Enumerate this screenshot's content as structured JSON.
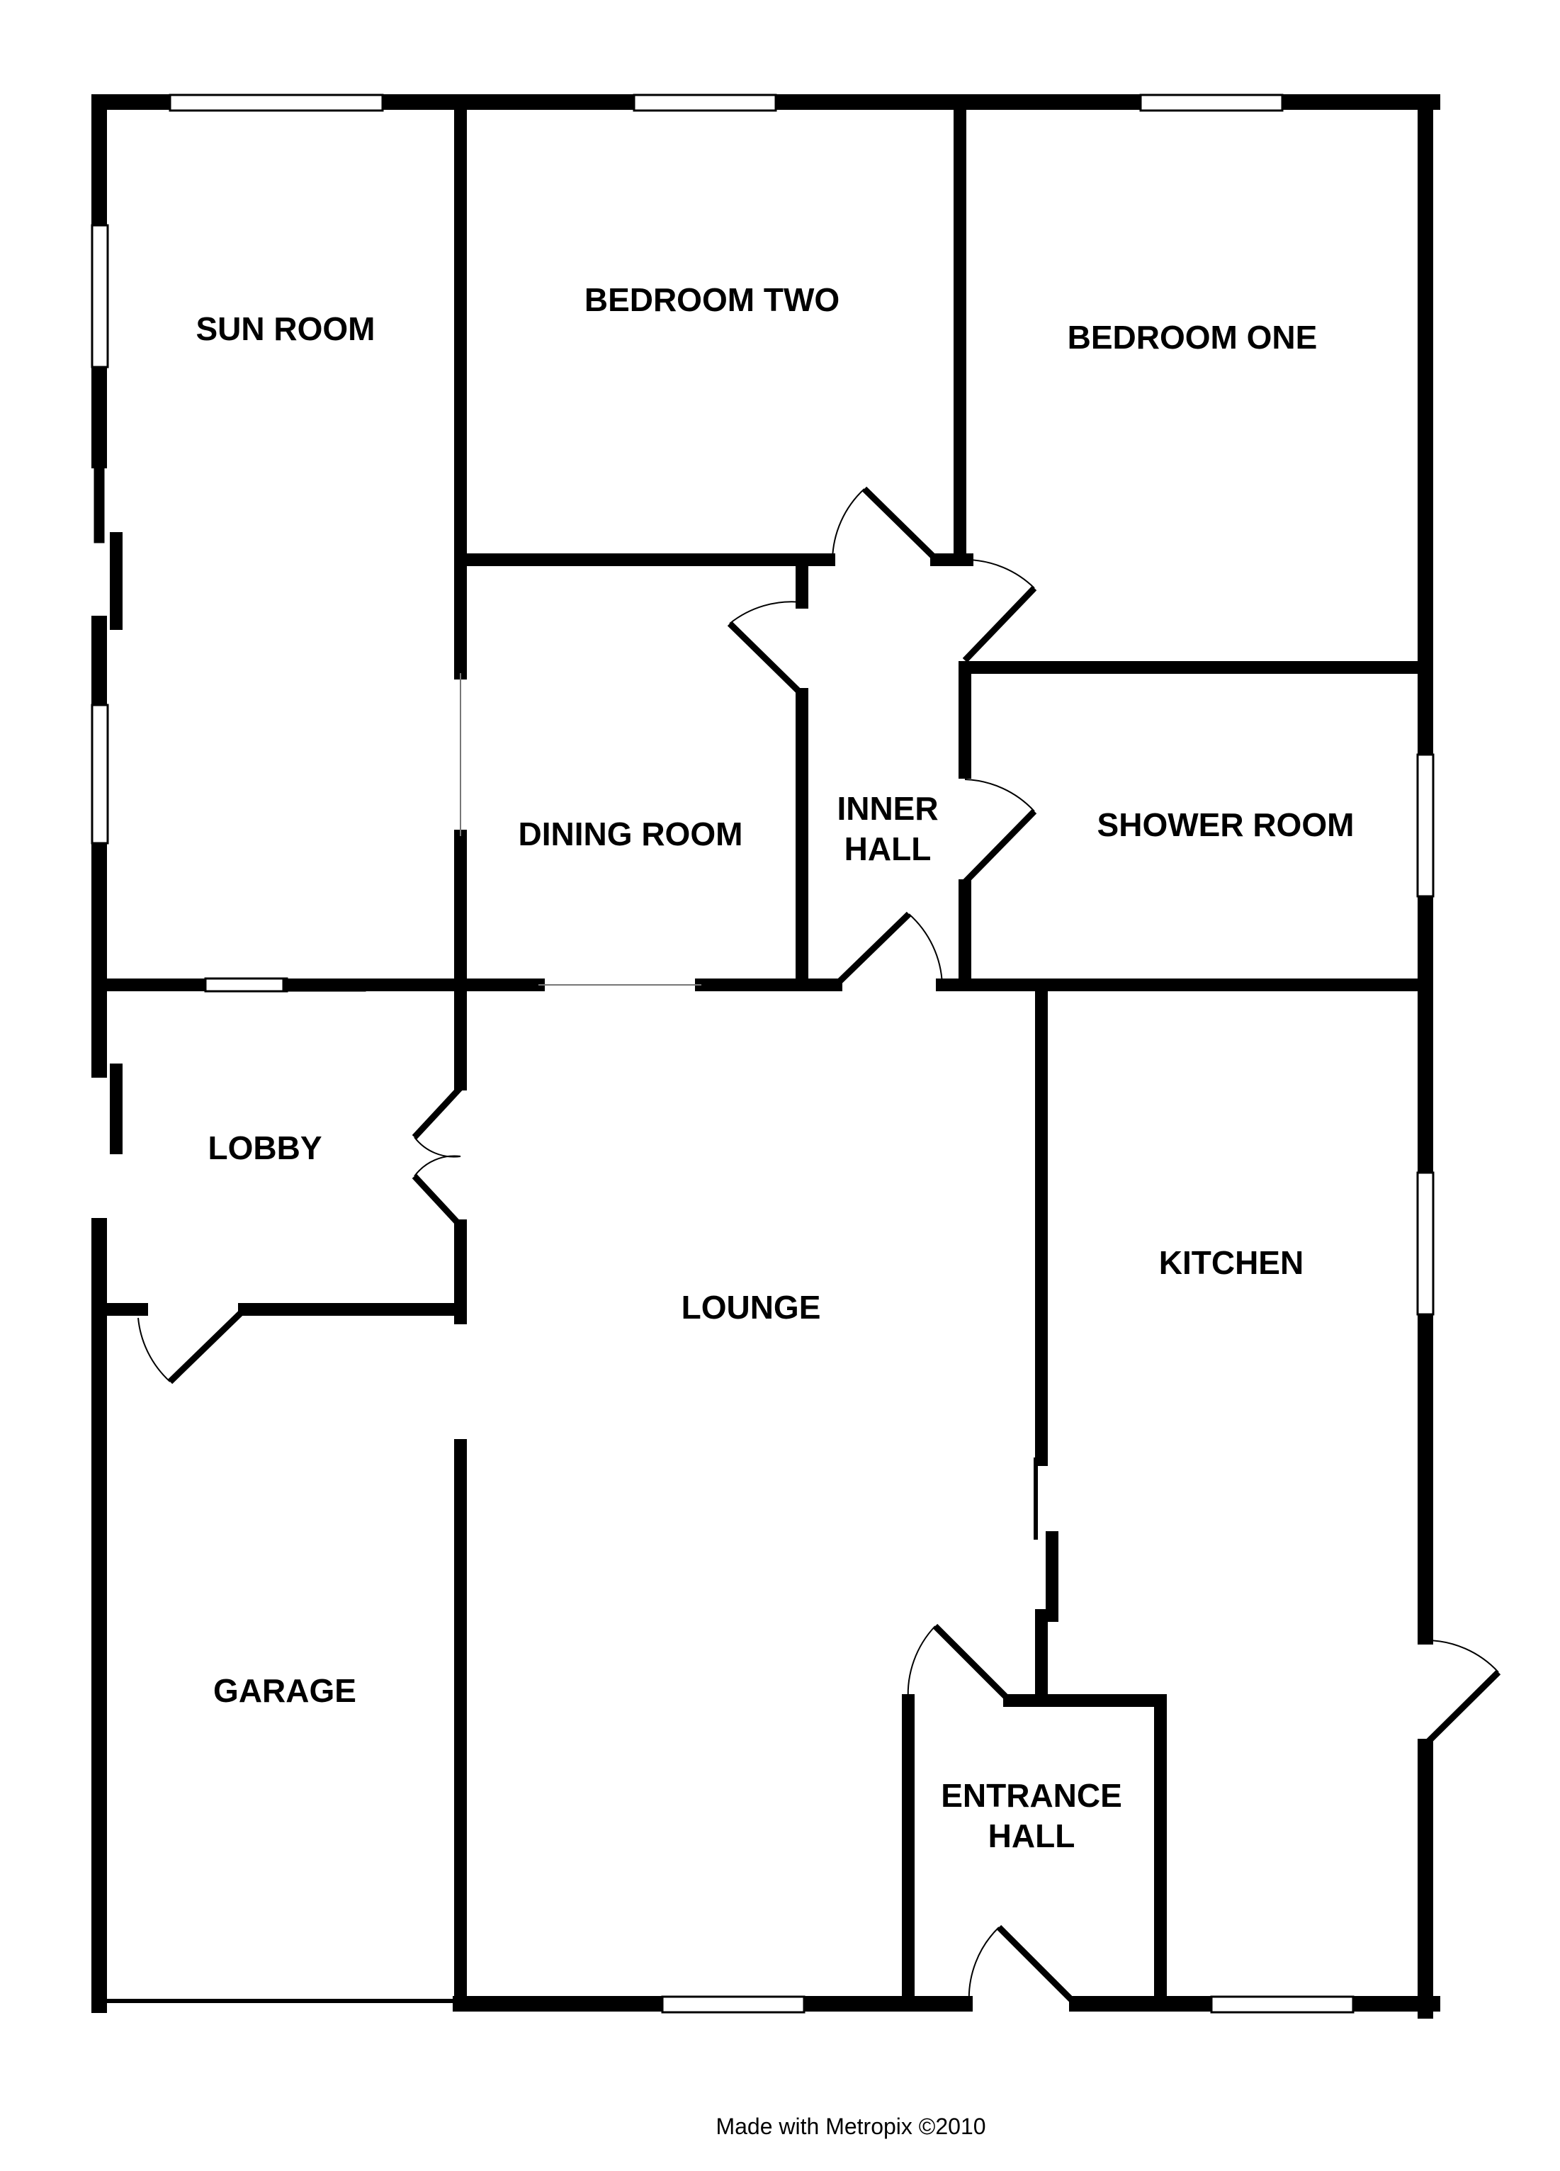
{
  "floorplan": {
    "rooms": {
      "sun_room": "SUN ROOM",
      "bedroom_two": "BEDROOM TWO",
      "bedroom_one": "BEDROOM ONE",
      "dining_room": "DINING ROOM",
      "inner_hall_line1": "INNER",
      "inner_hall_line2": "HALL",
      "shower_room": "SHOWER ROOM",
      "lobby": "LOBBY",
      "lounge": "LOUNGE",
      "kitchen": "KITCHEN",
      "garage": "GARAGE",
      "entrance_hall_line1": "ENTRANCE",
      "entrance_hall_line2": "HALL"
    },
    "footer": "Made with Metropix ©2010",
    "colors": {
      "walls": "#000000",
      "background": "#ffffff"
    }
  }
}
